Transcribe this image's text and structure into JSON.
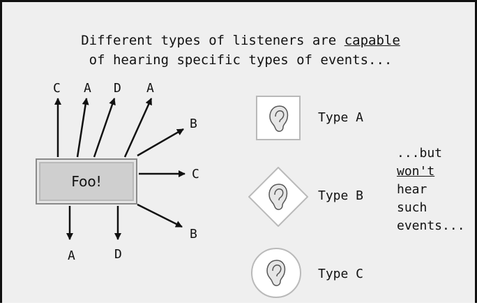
{
  "heading": {
    "line1_prefix": "Different types of listeners are ",
    "line1_underlined": "capable",
    "line2": "of hearing specific types of events..."
  },
  "button": {
    "label": "Foo!"
  },
  "event_labels": {
    "top": [
      "C",
      "A",
      "D",
      "A"
    ],
    "right": [
      "B",
      "C",
      "B"
    ],
    "bottom": [
      "A",
      "D"
    ]
  },
  "listeners": [
    {
      "type": "Type A",
      "shape": "square",
      "icon": "ear-icon"
    },
    {
      "type": "Type B",
      "shape": "diamond",
      "icon": "ear-icon"
    },
    {
      "type": "Type C",
      "shape": "circle",
      "icon": "ear-icon"
    }
  ],
  "aside": {
    "line1": "...but",
    "line2_underlined": "won't",
    "line3": "hear",
    "line4": "such",
    "line5": "events..."
  }
}
